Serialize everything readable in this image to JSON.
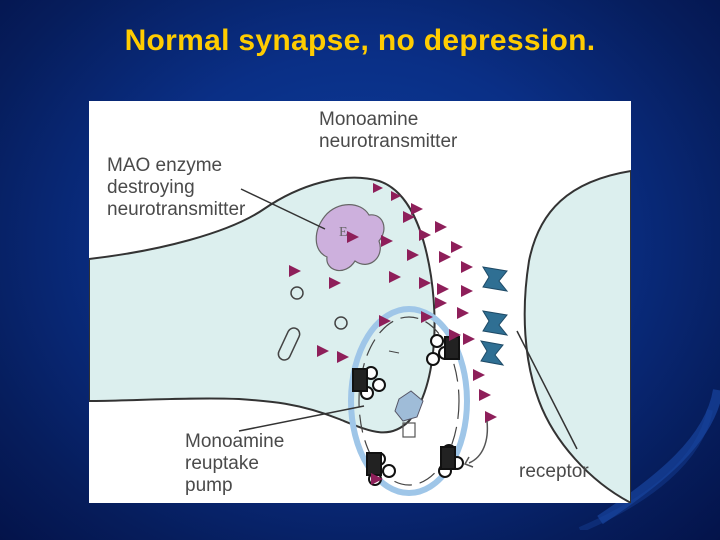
{
  "slide": {
    "title": "Normal synapse, no depression."
  },
  "diagram": {
    "labels": {
      "mao": [
        "MAO enzyme",
        "destroying",
        "neurotransmitter"
      ],
      "monoamine_nt": [
        "Monoamine",
        "neurotransmitter"
      ],
      "reuptake": [
        "Monoamine",
        "reuptake",
        "pump"
      ],
      "receptor": [
        "receptor"
      ],
      "enzyme_letter": "E"
    },
    "colors": {
      "background": "#0a2f86",
      "title": "#ffcc00",
      "cell_fill": "#d8ecec",
      "neurotransmitter": "#8e1f5a",
      "receptor": "#2f6f93",
      "enzyme": "#c9a7d8",
      "vesicle_ring": "#9fc6e8"
    }
  }
}
